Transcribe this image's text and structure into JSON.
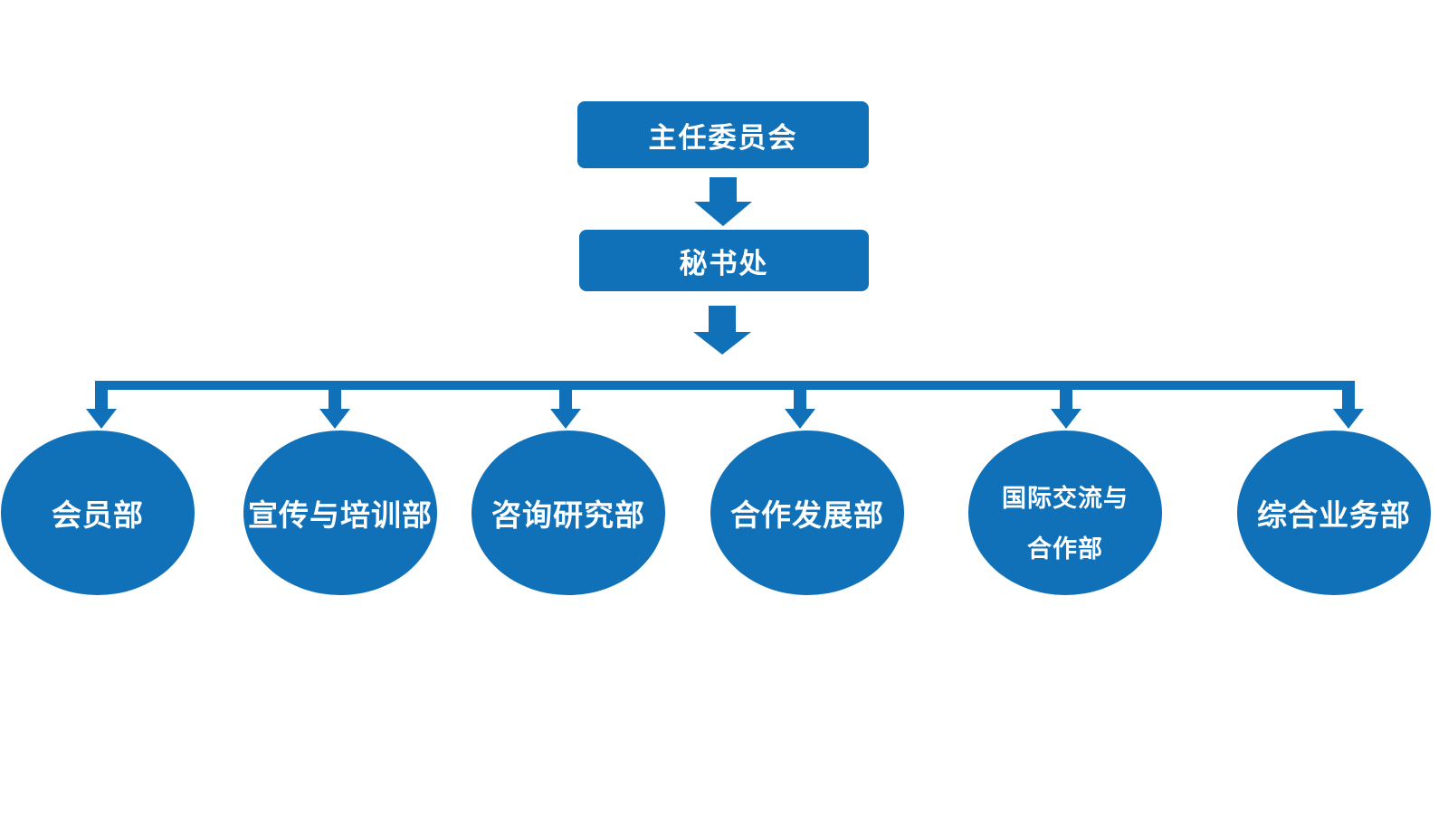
{
  "colors": {
    "accent": "#1071B8",
    "node_text": "#FFFFFF",
    "background": "#FFFFFF"
  },
  "org_chart": {
    "root": {
      "label": "主任委员会"
    },
    "secretariat": {
      "label": "秘书处"
    },
    "departments": [
      {
        "label": "会员部",
        "lines": [
          "会员部"
        ]
      },
      {
        "label": "宣传与培训部",
        "lines": [
          "宣传与培训部"
        ]
      },
      {
        "label": "咨询研究部",
        "lines": [
          "咨询研究部"
        ]
      },
      {
        "label": "合作发展部",
        "lines": [
          "合作发展部"
        ]
      },
      {
        "label": "国际交流与合作部",
        "lines": [
          "国际交流与",
          "合作部"
        ]
      },
      {
        "label": "综合业务部",
        "lines": [
          "综合业务部"
        ]
      }
    ]
  }
}
